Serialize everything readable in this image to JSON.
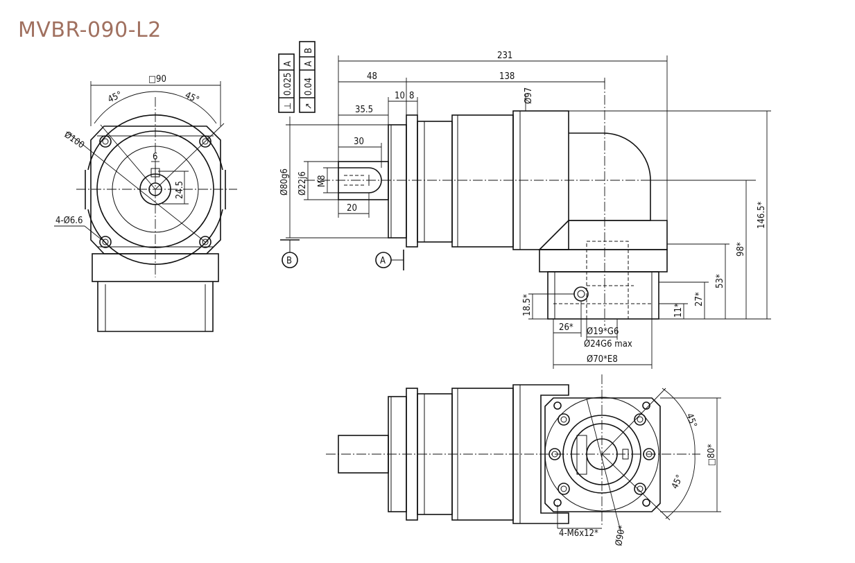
{
  "title": "MVBR-090-L2",
  "colors": {
    "title": "#a0705f",
    "line": "#111111"
  },
  "front_view": {
    "square": "□90",
    "angle_left": "45°",
    "angle_right": "45°",
    "bolt_circle": "Ø100",
    "key_width": "6",
    "key_height": "24.5",
    "holes": "4-Ø6.6"
  },
  "side_view": {
    "overall": "231",
    "offset": "48",
    "body": "138",
    "flange_a": "10",
    "flange_b": "8",
    "shaft_len": "35.5",
    "key_len": "30",
    "key_start": "20",
    "body_dia": "Ø97",
    "pilot": "Ø80g6",
    "shaft_dia": "Ø22j6",
    "thread": "M8",
    "height_total": "146.5*",
    "height_mid": "98*",
    "height_53": "53*",
    "height_27": "27*",
    "height_11": "11*",
    "height_18": "18.5*",
    "width_26": "26*",
    "bore": "Ø19*G6",
    "bore_max": "Ø24G6 max",
    "spigot": "Ø70*E8",
    "tol_perp": {
      "symbol": "⊥",
      "value": "0.025",
      "datum": "A"
    },
    "tol_runout": {
      "symbol": "↗",
      "value": "0.04",
      "datum_1": "A",
      "datum_2": "B"
    },
    "datum_a": "A",
    "datum_b": "B"
  },
  "bottom_view": {
    "angle_top": "45°",
    "angle_bottom": "45°",
    "square": "□80*",
    "tapped": "4-M6x12*",
    "pcd": "Ø90*"
  }
}
